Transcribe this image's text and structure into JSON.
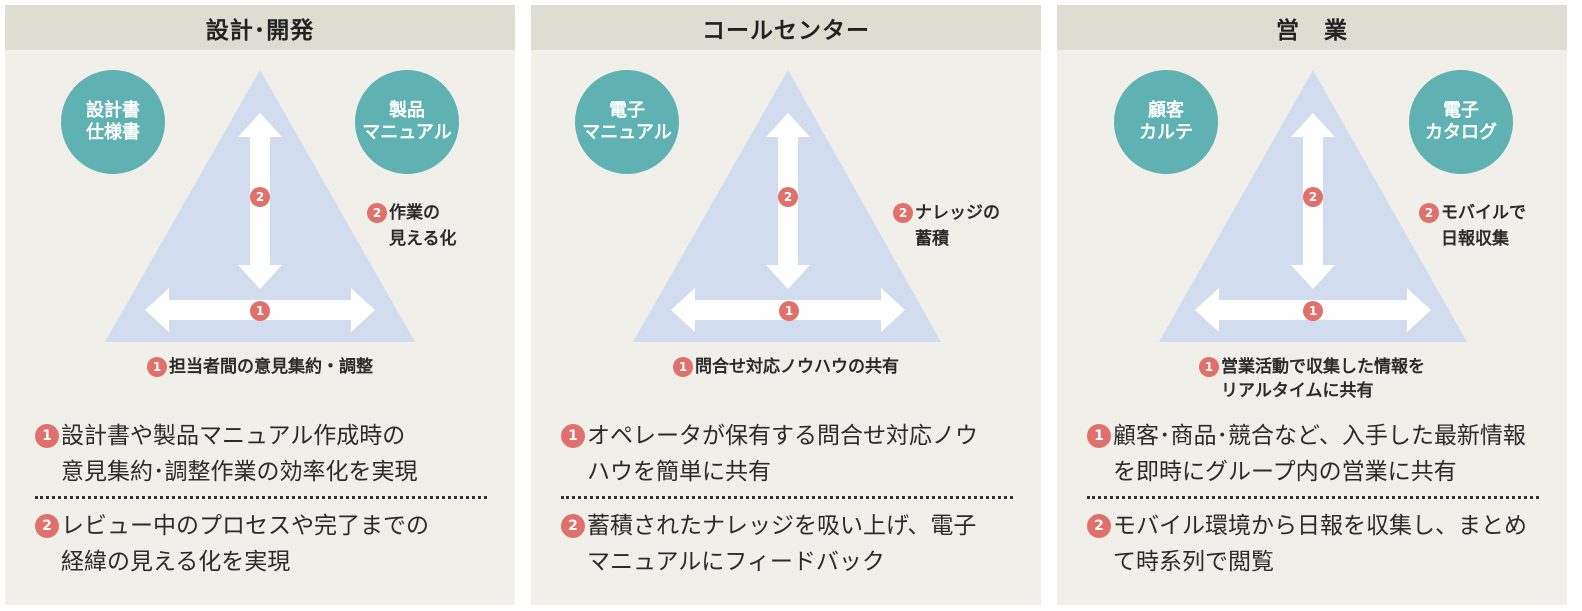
{
  "panels": [
    {
      "title": "設計･開発",
      "left_circle": "設計書\n仕様書",
      "right_circle": "製品\nマニュアル",
      "side_num": "2",
      "side_label": "作業の\n見える化",
      "arrow_v_num": "2",
      "arrow_h_num": "1",
      "bottom_num": "1",
      "bottom_label": "担当者間の意見集約・調整",
      "desc1_num": "1",
      "desc1": "設計書や製品マニュアル作成時の\n意見集約･調整作業の効率化を実現",
      "desc2_num": "2",
      "desc2": "レビュー中のプロセスや完了までの\n経緯の見える化を実現"
    },
    {
      "title": "コールセンター",
      "left_circle": "電子\nマニュアル",
      "right_circle": "",
      "side_num": "2",
      "side_label": "ナレッジの\n蓄積",
      "arrow_v_num": "2",
      "arrow_h_num": "1",
      "bottom_num": "1",
      "bottom_label": "問合せ対応ノウハウの共有",
      "desc1_num": "1",
      "desc1": "オペレータが保有する問合せ対応ノウ\nハウを簡単に共有",
      "desc2_num": "2",
      "desc2": "蓄積されたナレッジを吸い上げ、電子\nマニュアルにフィードバック"
    },
    {
      "title": "営　業",
      "left_circle": "顧客\nカルテ",
      "right_circle": "電子\nカタログ",
      "side_num": "2",
      "side_label": "モバイルで\n日報収集",
      "arrow_v_num": "2",
      "arrow_h_num": "1",
      "bottom_num": "1",
      "bottom_label": "営業活動で収集した情報を\nリアルタイムに共有",
      "desc1_num": "1",
      "desc1": "顧客･商品･競合など、入手した最新情報\nを即時にグループ内の営業に共有",
      "desc2_num": "2",
      "desc2": "モバイル環境から日報を収集し、まとめ\nて時系列で閲覧"
    }
  ],
  "colors": {
    "header_bg": "#deddd2",
    "panel_bg": "#f0efea",
    "triangle": "#d2dcef",
    "circle": "#5fb2b1",
    "badge": "#e0706c"
  }
}
